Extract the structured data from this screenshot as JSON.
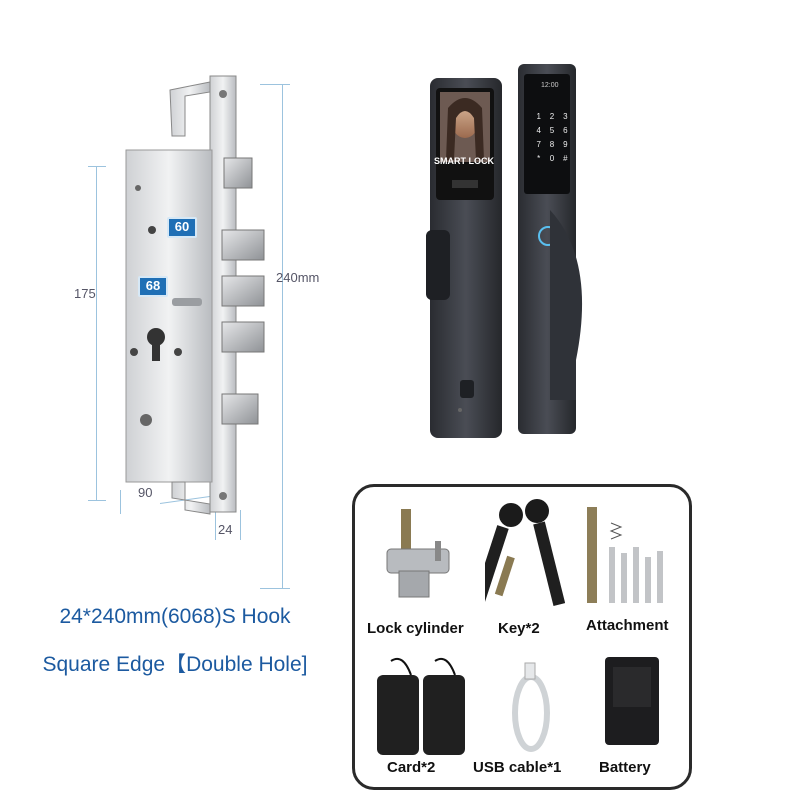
{
  "dimensions": {
    "height_175": "175",
    "height_240": "240mm",
    "width_90": "90",
    "edge_24": "24",
    "badge_60": "60",
    "badge_68": "68"
  },
  "lock_screen_label": "SMART LOCK",
  "keypad_time": "12:00",
  "keypad_keys": [
    "1",
    "2",
    "3",
    "4",
    "5",
    "6",
    "7",
    "8",
    "9",
    "*",
    "0",
    "#"
  ],
  "caption": {
    "line1": "24*240mm(6068)S  Hook",
    "line2": "Square Edge【Double Hole]"
  },
  "accessories": [
    {
      "label": "Lock cylinder",
      "icon": "lock-cylinder-icon"
    },
    {
      "label": "Key*2",
      "icon": "key-icon"
    },
    {
      "label": "Attachment",
      "icon": "screws-icon"
    },
    {
      "label": "Card*2",
      "icon": "card-icon"
    },
    {
      "label": "USB cable*1",
      "icon": "usb-cable-icon"
    },
    {
      "label": "Battery",
      "icon": "battery-icon"
    }
  ],
  "colors": {
    "dimension_line": "#9cc3de",
    "badge": "#1f6fb5",
    "caption": "#1c5aa0",
    "lock_body": "#3a3d44"
  }
}
